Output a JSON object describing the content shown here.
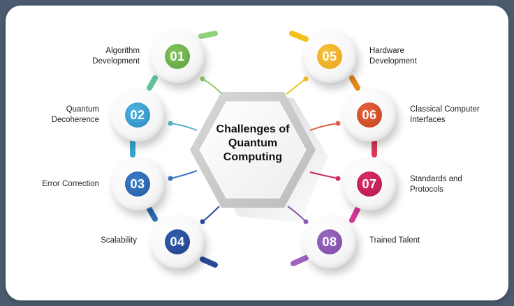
{
  "title": "Challenges of Quantum Computing",
  "center": {
    "lines": [
      "Challenges of",
      "Quantum",
      "Computing"
    ]
  },
  "frame_color": "#4b5a6f",
  "items": [
    {
      "number": "01",
      "label_lines": [
        "Algorithm",
        "Development"
      ],
      "color": "#6ab04c",
      "side": "left"
    },
    {
      "number": "02",
      "label_lines": [
        "Quantum",
        "Decoherence"
      ],
      "color": "#3aa0d0",
      "side": "left"
    },
    {
      "number": "03",
      "label_lines": [
        "Error Correction"
      ],
      "color": "#2f6db5",
      "side": "left"
    },
    {
      "number": "04",
      "label_lines": [
        "Scalability"
      ],
      "color": "#2a4a9a",
      "side": "left"
    },
    {
      "number": "05",
      "label_lines": [
        "Hardware",
        "Development"
      ],
      "color": "#f2b022",
      "side": "right"
    },
    {
      "number": "06",
      "label_lines": [
        "Classical Computer",
        "Interfaces"
      ],
      "color": "#d9512c",
      "side": "right"
    },
    {
      "number": "07",
      "label_lines": [
        "Standards and",
        "Protocols"
      ],
      "color": "#cc1f5c",
      "side": "right"
    },
    {
      "number": "08",
      "label_lines": [
        "Trained Talent"
      ],
      "color": "#8e5bb5",
      "side": "right"
    }
  ]
}
